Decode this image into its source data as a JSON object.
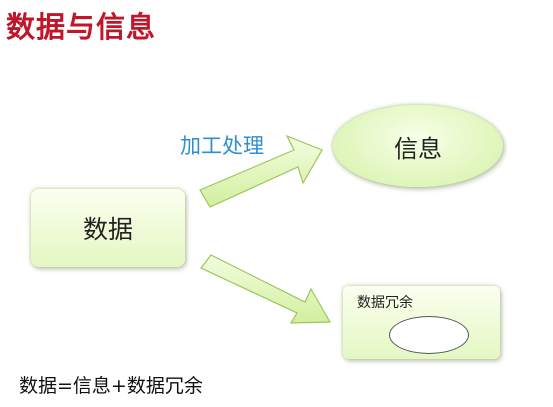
{
  "title": "数据与信息",
  "process_label": "加工处理",
  "nodes": {
    "data": "数据",
    "information": "信息",
    "redundancy": "数据冗余"
  },
  "formula": "数据=信息+数据冗余",
  "colors": {
    "title": "#c0162a",
    "process_label": "#2e8ed3",
    "node_fill": "#e4f7c2",
    "arrow_fill": "#d6f2a6"
  }
}
